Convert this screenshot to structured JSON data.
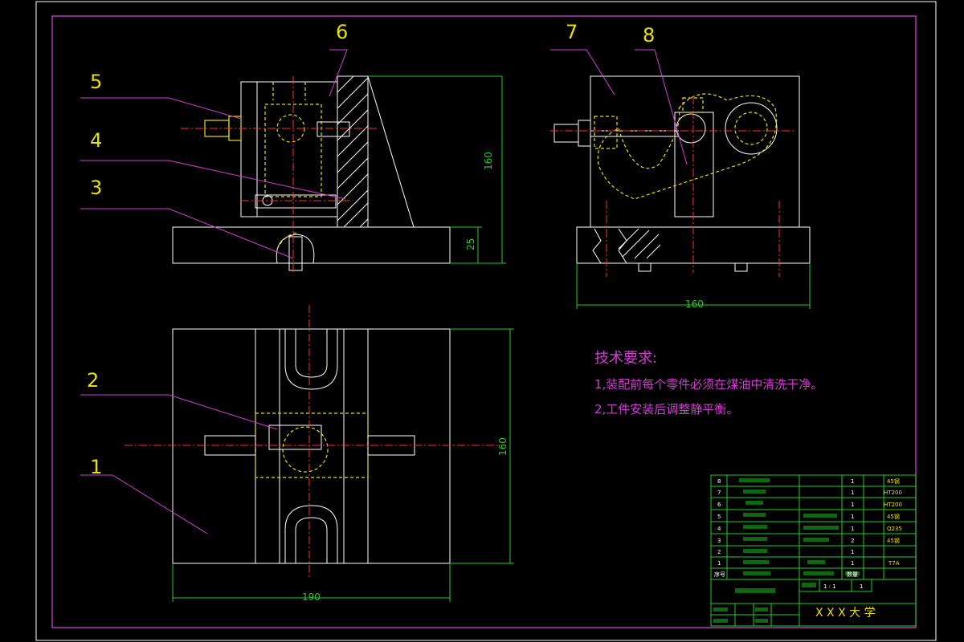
{
  "part_labels": [
    "1",
    "2",
    "3",
    "4",
    "5",
    "6",
    "7",
    "8"
  ],
  "dimensions": {
    "front_height": "160",
    "base_height": "25",
    "side_width": "160",
    "top_height": "160",
    "top_width": "190"
  },
  "requirements": {
    "title": "技术要求:",
    "item1": "1,装配前每个零件必须在煤油中清洗干净。",
    "item2": "2,工件安装后调整静平衡。"
  },
  "title_block": {
    "rows": [
      {
        "no": "8",
        "qty": "1",
        "material": "45钢"
      },
      {
        "no": "7",
        "qty": "1",
        "material": "HT200"
      },
      {
        "no": "6",
        "qty": "1",
        "material": "HT200"
      },
      {
        "no": "5",
        "qty": "1",
        "material": "45钢"
      },
      {
        "no": "4",
        "qty": "1",
        "material": "Q235"
      },
      {
        "no": "3",
        "qty": "2",
        "material": "45钢"
      },
      {
        "no": "2",
        "qty": "1",
        "material": ""
      },
      {
        "no": "1",
        "qty": "1",
        "material": "T7A"
      }
    ],
    "header": {
      "no": "序号",
      "qty": "数量"
    },
    "scale_ratio": "1 : 1",
    "sheet": "1",
    "university": "X X X 大 学"
  }
}
